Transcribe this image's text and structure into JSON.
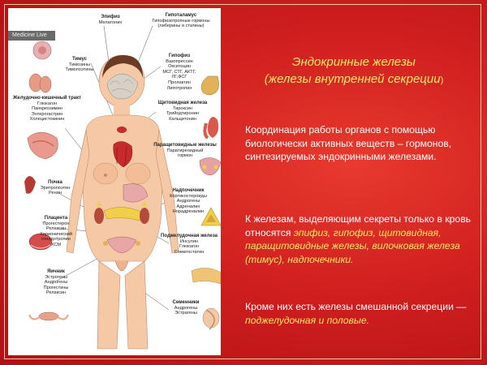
{
  "watermark": "Medicine Live",
  "title": {
    "line1": "Эндокринные железы",
    "line2": "(железы внутренней секреции",
    "close_paren": ")"
  },
  "paragraph1": "Координация работы органов с помощью биологически активных веществ – гормонов, синтезируемых эндокринными железами.",
  "paragraph2": {
    "prefix": "К железам, выделяющим секреты только в кровь относятся ",
    "highlight": "эпифиз, гипофиз, щитовидная, паращитовидные железы, вилочковая железа (тимус), надпочечники.",
    "suffix": ""
  },
  "paragraph3": {
    "prefix": "Кроме них есть железы смешанной секреции — ",
    "highlight": "поджелудочная и половые."
  },
  "glands": {
    "epiphysis": {
      "title": "Эпифиз",
      "hormones": [
        "Мелатонин"
      ]
    },
    "hypothalamus": {
      "title": "Гипоталамус",
      "hormones": [
        "Гипофизотропные гормоны",
        "(либерины и статины)"
      ]
    },
    "thymus": {
      "title": "Тимус",
      "hormones": [
        "Тимозины",
        "Тимопоэтины"
      ]
    },
    "pituitary": {
      "title": "Гипофиз",
      "hormones": [
        "Вазопрессин",
        "Окситоцин",
        "МСГ, СТГ, АКТГ,",
        "ЛГ,ФСГ",
        "Пролактин",
        "Липотропин"
      ]
    },
    "gi_tract": {
      "title": "Желудочно-кишечный тракт",
      "hormones": [
        "Глюкагон",
        "Панкреозимин",
        "Энтерогастрин",
        "Холецистокинин"
      ]
    },
    "thyroid": {
      "title": "Щитовидная железа",
      "hormones": [
        "Тироксин",
        "Трийодтиронин",
        "Кальцитонин"
      ]
    },
    "parathyroid": {
      "title": "Паращитовидные железы",
      "hormones": [
        "Паратиреоидный",
        "гормон"
      ]
    },
    "kidney": {
      "title": "Почка",
      "hormones": [
        "Эритропоэтин",
        "Ренин"
      ]
    },
    "adrenal": {
      "title": "Надпочечник",
      "hormones": [
        "Кортикостероиды",
        "Андрогены",
        "Адреналин",
        "Норадреналин"
      ]
    },
    "placenta": {
      "title": "Плацента",
      "hormones": [
        "Прогестерон",
        "Релаксин",
        "Хорионический",
        "гонадотропин",
        "ХСМ"
      ]
    },
    "pancreas": {
      "title": "Поджелудочная железа",
      "hormones": [
        "Инсулин",
        "Глюкагон",
        "Соматостатин"
      ]
    },
    "ovary": {
      "title": "Яичник",
      "hormones": [
        "Эстрогены",
        "Андрогены",
        "Прогестины",
        "Релаксин"
      ]
    },
    "testes": {
      "title": "Семенники",
      "hormones": [
        "Андрогены",
        "Эстрагены"
      ]
    }
  },
  "colors": {
    "background": "#d01f1f",
    "highlight_text": "#f5ea62",
    "body_text": "#ffffff",
    "skin": "#f6c9a6",
    "organ_red": "#c62a2a",
    "gland_yellow": "#f1cf4a"
  }
}
